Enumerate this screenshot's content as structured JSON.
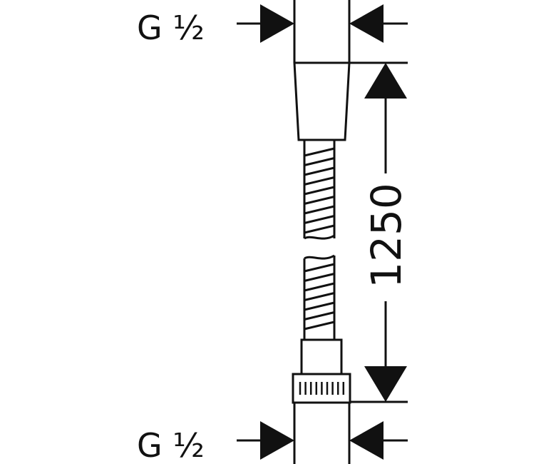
{
  "drawing": {
    "top_thread": "G ½",
    "bottom_thread": "G ½",
    "length_dimension": "1250"
  },
  "colors": {
    "line": "#111111",
    "background": "#ffffff"
  }
}
